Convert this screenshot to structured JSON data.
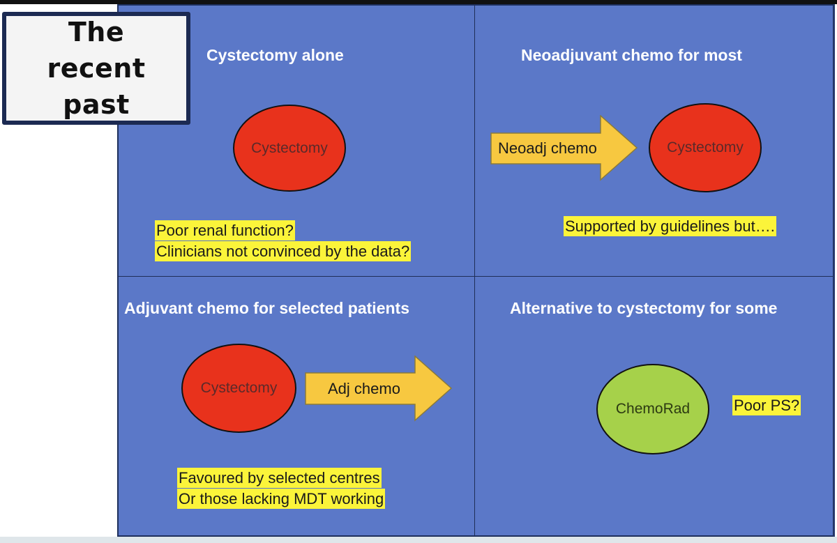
{
  "title": "The recent past",
  "quadrants": {
    "q1": {
      "heading": "Cystectomy alone",
      "node": "Cystectomy",
      "notes": [
        "Poor renal function?",
        "Clinicians not convinced by the data?"
      ]
    },
    "q2": {
      "heading": "Neoadjuvant chemo for most",
      "arrow": "Neoadj chemo",
      "node": "Cystectomy",
      "notes": [
        "Supported by guidelines but…."
      ]
    },
    "q3": {
      "heading": "Adjuvant chemo for selected patients",
      "node": "Cystectomy",
      "arrow": "Adj chemo",
      "notes": [
        "Favoured by selected centres",
        "Or those lacking MDT working"
      ]
    },
    "q4": {
      "heading": "Alternative to cystectomy for some",
      "node": "ChemoRad",
      "notes": [
        "Poor PS?"
      ]
    }
  },
  "colors": {
    "panel": "#5b78c8",
    "red_node": "#e8321c",
    "green_node": "#a6d14a",
    "arrow": "#f7c840",
    "highlight": "#fbf43a"
  }
}
